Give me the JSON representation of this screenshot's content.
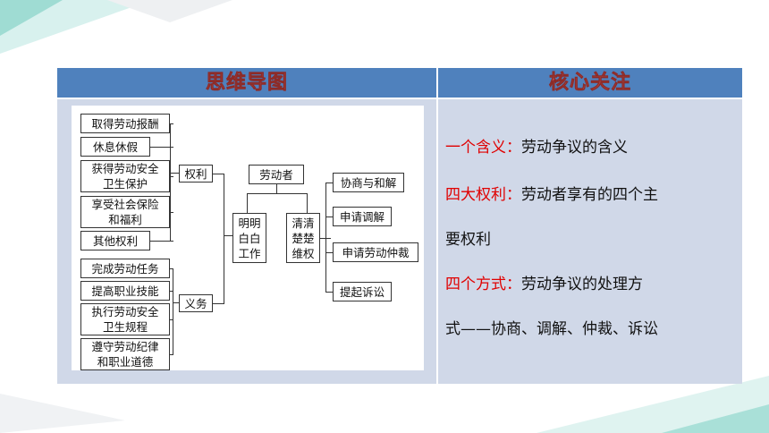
{
  "header": {
    "left_title": "思维导图",
    "right_title": "核心关注"
  },
  "mindmap": {
    "rights_items": [
      "取得劳动报酬",
      "休息休假",
      "获得劳动安全\n卫生保护",
      "享受社会保险\n和福利",
      "其他权利"
    ],
    "rights_label": "权利",
    "duties_items": [
      "完成劳动任务",
      "提高职业技能",
      "执行劳动安全\n卫生规程",
      "遵守劳动纪律\n和职业道德"
    ],
    "duties_label": "义务",
    "worker_label": "劳动者",
    "understand_label": "明明\n白白\n工作",
    "protect_label": "清清\n楚楚\n维权",
    "methods": [
      "协商与和解",
      "申请调解",
      "申请劳动仲裁",
      "提起诉讼"
    ]
  },
  "focus": {
    "line1_red": "一个含义：",
    "line1_rest": "劳动争议的含义",
    "line2_red": "四大权利：",
    "line2_rest": "劳动者享有的四个主",
    "line3": "要权利",
    "line4_red": "四个方式：",
    "line4_rest": "劳动争议的处理方",
    "line5": "式——协商、调解、仲裁、诉讼"
  },
  "colors": {
    "header_bg": "#4f81bd",
    "header_text": "#c0504d",
    "body_bg": "#d0d8e8",
    "highlight": "#e00000",
    "deco_teal": "#2bb3a6"
  }
}
